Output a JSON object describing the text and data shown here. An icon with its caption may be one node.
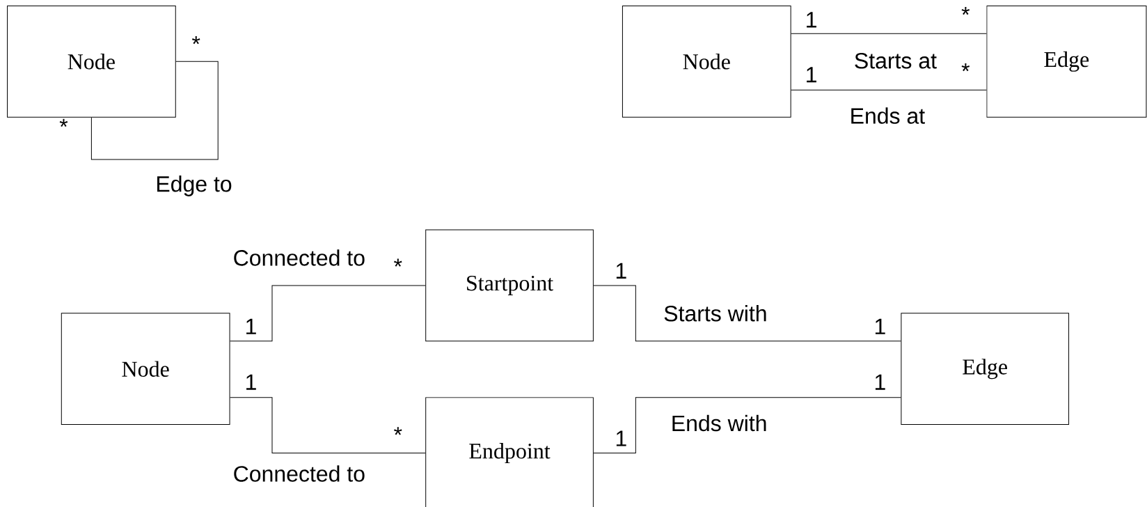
{
  "diagram": {
    "nodes": [
      {
        "text": [
          "Node"
        ]
      },
      {
        "text": [
          "Node"
        ]
      },
      {
        "text": [
          "Edge"
        ]
      },
      {
        "text": [
          "Node"
        ]
      },
      {
        "text": [
          "Startpoint"
        ]
      },
      {
        "text": [
          "Endpoint"
        ]
      },
      {
        "text": [
          "Edge"
        ]
      }
    ],
    "edges": [
      {
        "from": 0,
        "to": 0,
        "arrow": "none",
        "label": "Edge to"
      },
      {
        "from": 1,
        "to": 2,
        "arrow": "none",
        "label": "Starts at"
      },
      {
        "from": 1,
        "to": 2,
        "arrow": "none",
        "label": "Ends at"
      },
      {
        "from": 3,
        "to": 4,
        "arrow": "none",
        "label": "Connected to"
      },
      {
        "from": 3,
        "to": 5,
        "arrow": "none",
        "label": "Connected to"
      },
      {
        "from": 4,
        "to": 6,
        "arrow": "none",
        "label": "Starts with"
      },
      {
        "from": 5,
        "to": 6,
        "arrow": "none",
        "label": "Ends with"
      }
    ],
    "labels": [
      "*",
      "1",
      "*",
      "1",
      "*",
      "*",
      "1",
      "*",
      "1",
      "1",
      "1",
      "1",
      "*",
      "1"
    ]
  }
}
